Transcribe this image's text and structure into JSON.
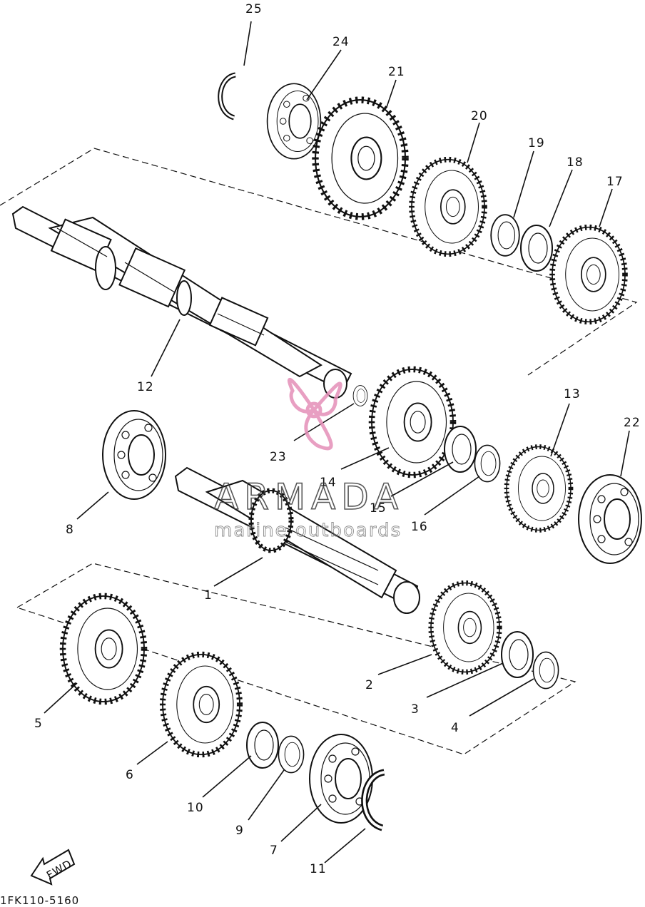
{
  "diagram": {
    "part_labels": [
      "1",
      "2",
      "3",
      "4",
      "5",
      "6",
      "7",
      "8",
      "9",
      "10",
      "11",
      "12",
      "13",
      "14",
      "15",
      "16",
      "17",
      "18",
      "19",
      "20",
      "21",
      "22",
      "23",
      "24",
      "25"
    ],
    "drawing_code": "1FK110-5160",
    "fwd_label": "FWD"
  },
  "watermark": {
    "title": "ARMADA",
    "subtitle": "marine outboards",
    "logo_color": "#e58fb8"
  }
}
